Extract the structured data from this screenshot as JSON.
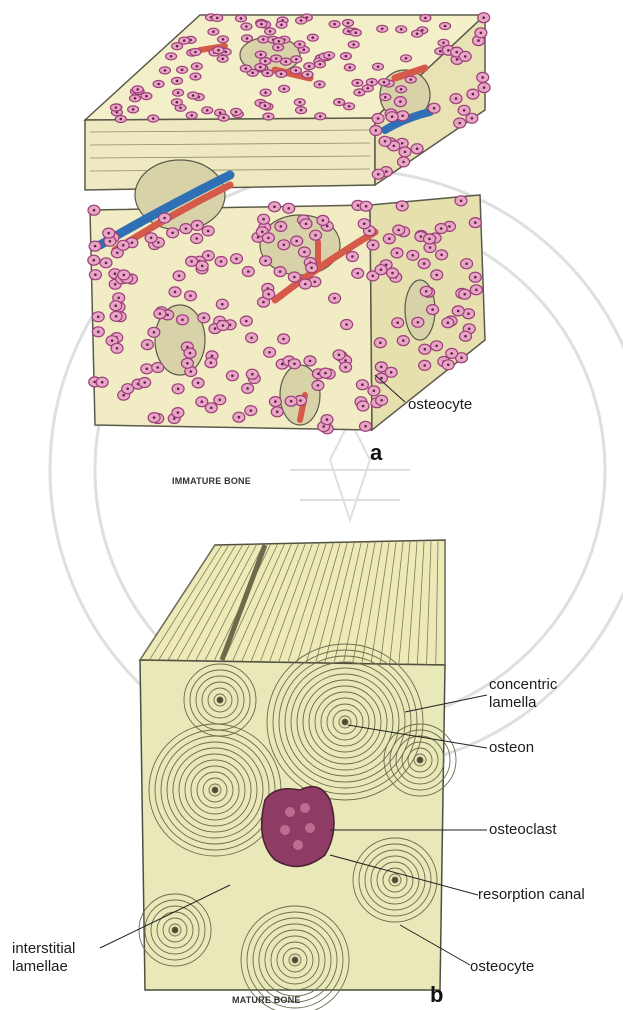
{
  "panel_a": {
    "letter": "a",
    "caption": "IMMATURE BONE",
    "labels": {
      "osteocyte": "osteocyte"
    }
  },
  "panel_b": {
    "letter": "b",
    "caption": "MATURE BONE",
    "labels": {
      "concentric_lamella_line1": "concentric",
      "concentric_lamella_line2": "lamella",
      "osteon": "osteon",
      "osteoclast": "osteoclast",
      "resorption_canal": "resorption canal",
      "interstitial_line1": "interstitial",
      "interstitial_line2": "lamellae",
      "osteocyte": "osteocyte"
    }
  },
  "colors": {
    "bone_matrix": "#f3efc8",
    "mature_matrix": "#e9e8b8",
    "cell_fill": "#e7a7c4",
    "cell_ring": "#9c3f7a",
    "artery": "#d65a4a",
    "vein": "#2f6fb3",
    "osteoclast": "#8e3c63",
    "watermark": "#d9d9d9"
  }
}
